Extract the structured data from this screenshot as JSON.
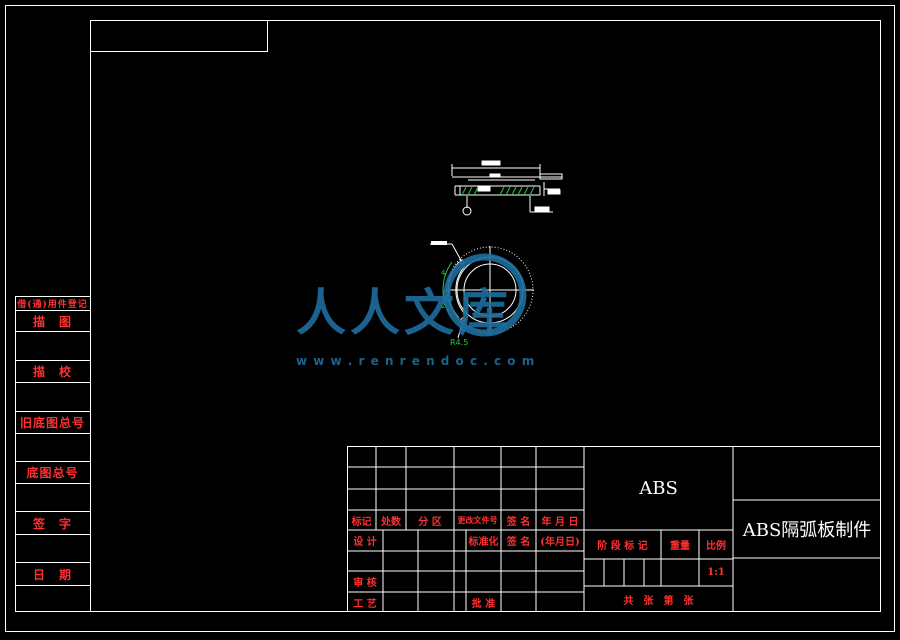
{
  "sidebar": {
    "header": "借(通)用件登记",
    "rows": [
      {
        "label": "描　图"
      },
      {
        "label": "描　校"
      },
      {
        "label": "旧底图总号"
      },
      {
        "label": "底图总号"
      },
      {
        "label": "签　字"
      },
      {
        "label": "日　期"
      }
    ]
  },
  "title_block": {
    "material": "ABS",
    "part_name": "ABS隔弧板制件",
    "row_labels": {
      "mark": "标记",
      "count": "处数",
      "zone": "分 区",
      "change_doc": "更改文件号",
      "signature": "签 名",
      "date": "年 月 日",
      "design": "设 计",
      "standardization": "标准化",
      "signature2": "签 名",
      "date2": "(年月日)",
      "review": "审 核",
      "process": "工 艺",
      "approve": "批 准"
    },
    "stage_mark": "阶 段 标 记",
    "weight": "重量",
    "scale": "比例",
    "scale_value": "1:1",
    "sheets": "共　张　第　张"
  },
  "drawing": {
    "dim_label": "R4.5"
  },
  "watermark": {
    "main": "人人文库",
    "url": "w w w . r e n r e n d o c . c o m"
  }
}
